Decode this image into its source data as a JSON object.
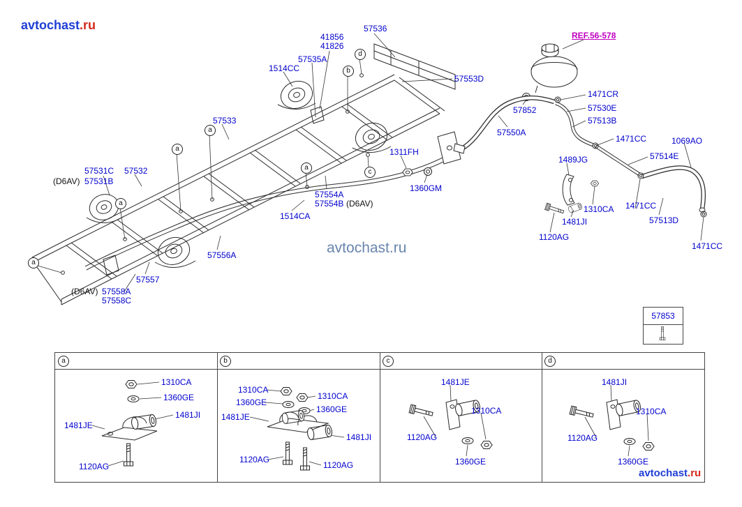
{
  "site": {
    "watermark_name": "avtochast",
    "watermark_tld": ".ru",
    "watermark_full": "avtochast.ru"
  },
  "ref_link": "REF.56-578",
  "inset": {
    "part_number": "57853"
  },
  "labels": [
    "57536",
    "41856",
    "41826",
    "57535A",
    "1514CC",
    "57553D",
    "1471CR",
    "57530E",
    "57513B",
    "57852",
    "57550A",
    "1471CC",
    "1069AO",
    "57514E",
    "1489JG",
    "1311FH",
    "1360GM",
    "1310CA",
    "1471CC",
    "57513D",
    "1481JI",
    "1120AG",
    "1471CC",
    "57533",
    "57531C",
    "(D6AV)",
    "57531B",
    "57532",
    "57554A",
    "57554B",
    "(D6AV)",
    "1514CA",
    "57556A",
    "57557",
    "(D6AV)",
    "57558A",
    "57558C"
  ],
  "markers": {
    "main": [
      "a",
      "a",
      "a",
      "a",
      "a",
      "b",
      "c",
      "d"
    ],
    "legend": [
      "a",
      "b",
      "c",
      "d"
    ]
  },
  "legend": {
    "sections": [
      {
        "marker": "a",
        "labels": [
          "1310CA",
          "1360GE",
          "1481JI",
          "1481JE",
          "1120AG"
        ]
      },
      {
        "marker": "b",
        "labels": [
          "1310CA",
          "1360GE",
          "1310CA",
          "1360GE",
          "1481JE",
          "1481JI",
          "1120AG",
          "1120AG"
        ]
      },
      {
        "marker": "c",
        "labels": [
          "1481JE",
          "1310CA",
          "1120AG",
          "1360GE"
        ]
      },
      {
        "marker": "d",
        "labels": [
          "1481JI",
          "1310CA",
          "1120AG",
          "1360GE"
        ]
      }
    ]
  },
  "colors": {
    "part_label": "#0000cd",
    "ref_link": "#c000c0",
    "line_art": "#2b2b2b",
    "watermark_blue": "#1f3fd4",
    "watermark_red": "#d22a1e",
    "watermark_center": "#5c7ba8"
  }
}
